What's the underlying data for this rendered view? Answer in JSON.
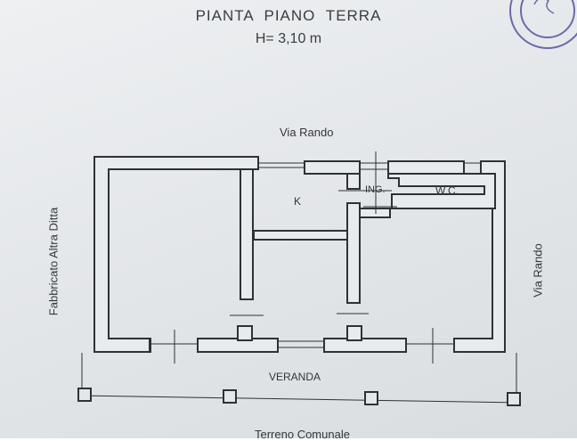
{
  "title": "PIANTA  PIANO  TERRA",
  "height_label": "H= 3,10 m",
  "street_top": "Via Rando",
  "street_right": "Via Rando",
  "adjacent_building": "Fabbricato Altra Ditta",
  "rooms": {
    "kitchen": "K",
    "entrance": "ING.",
    "wc": "W.C."
  },
  "veranda": "VERANDA",
  "bottom_text": "Terreno Comunale",
  "colors": {
    "wall": "#2f3235",
    "paper": "#e6e9ec",
    "stamp": "#6c6aa8"
  }
}
